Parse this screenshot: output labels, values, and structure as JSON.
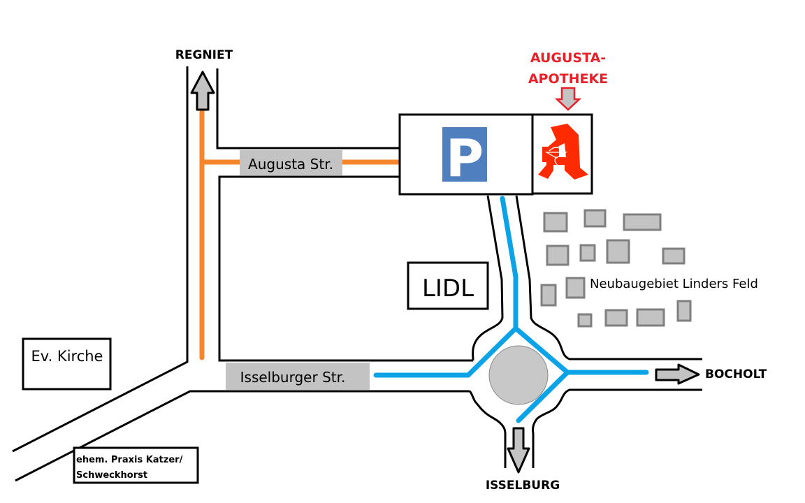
{
  "map": {
    "destinations": {
      "north": "REGNIET",
      "east": "BOCHOLT",
      "south": "ISSELBURG"
    },
    "pharmacy": {
      "label_line1": "AUGUSTA-",
      "label_line2": "APOTHEKE",
      "color": "#e8202a",
      "logo_color": "#ff2a00"
    },
    "parking": {
      "symbol": "P",
      "color": "#4f7fbf"
    },
    "streets": {
      "augusta": "Augusta Str.",
      "isselburger": "Isselburger Str."
    },
    "landmarks": {
      "lidl": "LIDL",
      "church": "Ev. Kirche",
      "praxis_line1": "ehem. Praxis Katzer/",
      "praxis_line2": "Schweckhorst",
      "new_development": "Neubaugebiet Linders Feld"
    },
    "route_colors": {
      "orange": "#f7862b",
      "blue": "#0ba3e6",
      "label_bg": "#c3c3c3",
      "building_fill": "#c3c3c3",
      "building_stroke": "#7f7f7f"
    }
  }
}
